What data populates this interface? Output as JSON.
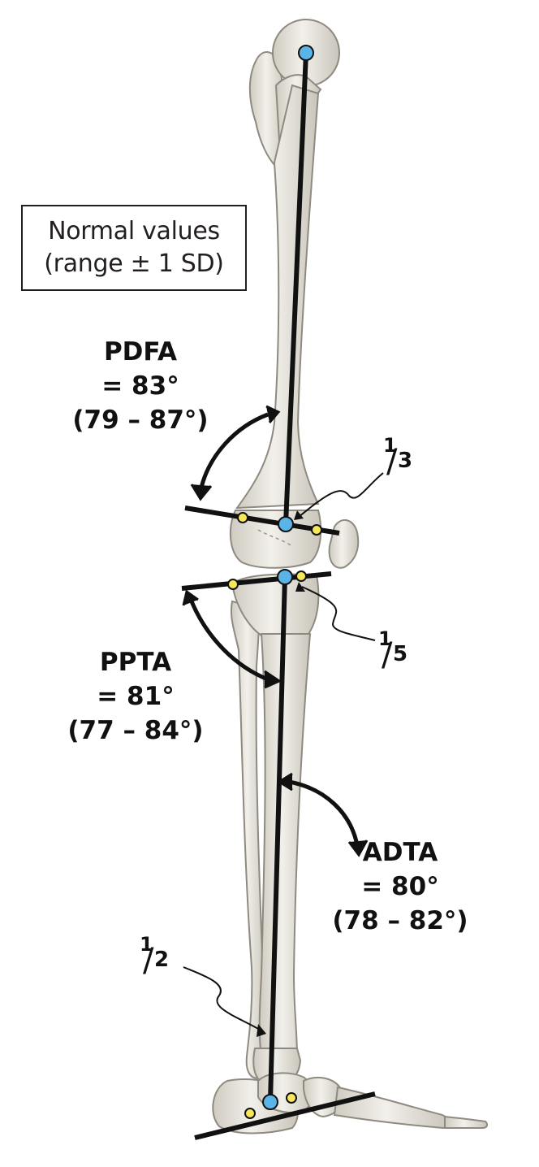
{
  "legend": {
    "line1": "Normal values",
    "line2": "(range ± 1 SD)"
  },
  "angles": {
    "pdfa": {
      "name": "PDFA",
      "value": "= 83°",
      "range": "(79 – 87°)"
    },
    "ppta": {
      "name": "PPTA",
      "value": "= 81°",
      "range": "(77 – 84°)"
    },
    "adta": {
      "name": "ADTA",
      "value": "= 80°",
      "range": "(78 – 82°)"
    }
  },
  "fractions": {
    "femur": {
      "numerator": "1",
      "denominator": "3"
    },
    "tibia_proximal": {
      "numerator": "1",
      "denominator": "5"
    },
    "tibia_distal": {
      "numerator": "1",
      "denominator": "2"
    }
  },
  "colors": {
    "bone_fill": "#e6e3da",
    "bone_stroke": "#8f8a80",
    "axis_line": "#111111",
    "center_point": "#5ab4e8",
    "landmark_point": "#f6e85a"
  }
}
